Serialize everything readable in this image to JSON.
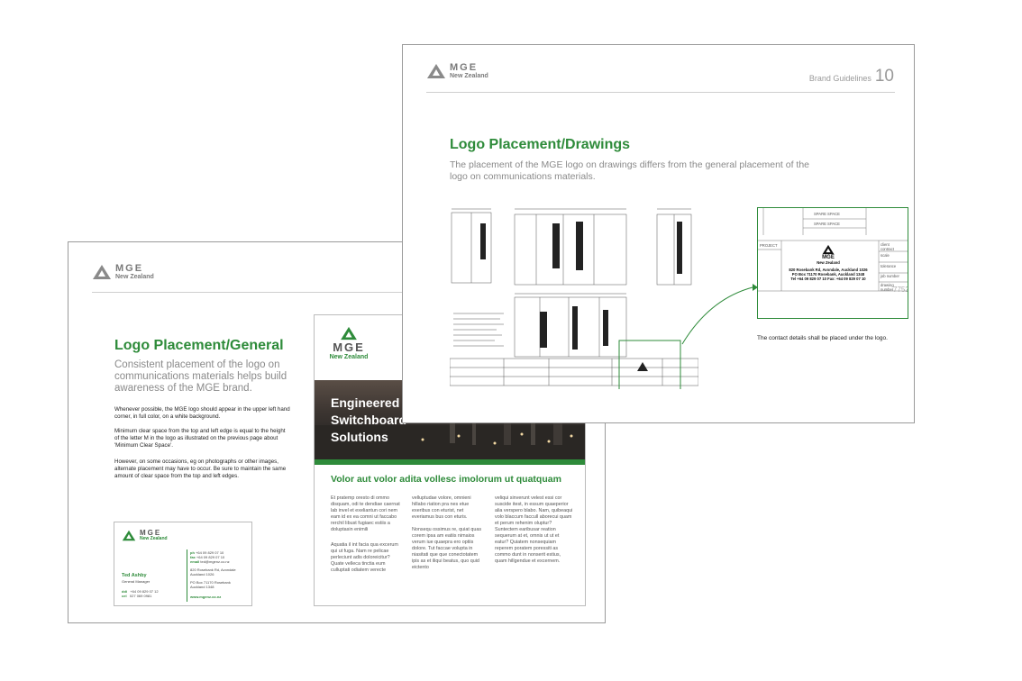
{
  "colors": {
    "brand_green": "#2e8b3a",
    "grey_text": "#8a8a8a",
    "border": "#9a9a9a"
  },
  "logo": {
    "brand": "MGE",
    "sub": "New Zealand",
    "icon": "mge-triangle-logo-icon"
  },
  "page_general": {
    "title": "Logo Placement/General",
    "lead": "Consistent placement of the logo on communications materials helps build awareness of the MGE brand.",
    "para1": "Whenever possible, the MGE logo should appear in the upper left hand corner, in full color, on a white background.",
    "para2": "Minimum clear space from the top and left edge is equal to the height of the letter M in the logo as illustrated on the previous page about 'Minimum Clear Space'.",
    "para3": "However, on some occasions, eg on photographs or other images, alternate placement may have to occur. Be sure to maintain the same amount of clear space from the top and left edges."
  },
  "business_card": {
    "name": "Ted Ashby",
    "role": "General Manager",
    "ddi_label": "ddi",
    "ddi": "+64 09 829 07 12",
    "cel_label": "cel",
    "cel": "027 069 0981",
    "ph_label": "ph",
    "ph": "+64 09 829 07 10",
    "fax_label": "fax",
    "fax": "+64 09 829 07 10",
    "email_label": "email",
    "email": "ted@mgenz.co.nz",
    "addr1": "820 Rosebank Rd, Avondale",
    "addr2": "Auckland 1026",
    "po1": "PO Box 71170 Rosebank",
    "po2": "Auckland 1348",
    "web": "www.mgenz.co.nz"
  },
  "brochure": {
    "hero_title_1": "Engineered",
    "hero_title_2": "Switchboard",
    "hero_title_3": "Solutions",
    "subtitle": "Volor aut volor adita vollesc imolorum ut quatquam",
    "col1a": "Et pratemp oresto di ommo disquam, odi te dendiae caernat lab invel et exeliantun cori nem eam id ex ea comni ut faccabo rerchil libust fugiaec estiis a doluptasin enimili",
    "col1b": "Aquatia il int facia qua excerum qui ut fuga. Nam re pelicae perleciunt adis doloreicitur? Quate velleca tinctia eum culluptati odiatem verecte",
    "col2a": "velluptudae volore, omnieni hillabo riation pra nes etue exeribus con eturist, net everiamus bus con eturis.",
    "col2b": "Nonsequ ossimus re, quiat quas corem ipsa am eatiis nimaios verum iue quaepra ero optiis dolore. Tut faccae volupta in niasitati que que conectotatem ipis as et iliqui beatus, quo quid eictento",
    "col3a": "veliqui sinverunt velest essi cor suscide itest, in essum quaeperior alia verspero blabo. Nam, quibeaqui volo blaccum faccull aborecui quam et perum rehenim oluptur?Suntectem earibusar reation sequerum at et, omnis ut ut et eatur? Quiatem nonsequiam reperem poratem poressiti as commo dunt in nonserit estius, quam hillgendue et excernem."
  },
  "page_drawings": {
    "header_label": "Brand Guidelines",
    "page_number": "10",
    "title": "Logo Placement/Drawings",
    "lead": "The placement of the MGE logo on drawings differs from the general placement of the logo on communications materials.",
    "caption": "The contact details shall be placed under the logo.",
    "zoom": {
      "project_label": "PROJECT",
      "spare1": "SPARE SPACE",
      "spare2": "SPARE SPACE",
      "client": "client",
      "contract": "contract",
      "scale": "scale",
      "tolerance": "tolerance",
      "job_number": "job number",
      "drawing_number": "drawing number",
      "drawing_number_value": "7752",
      "addr": "820 Rosebank Rd, Avondale, Auckland 1026",
      "po": "PO Box 71170 Rosebank, Auckland 1348",
      "tel": "Tel +64 09 829 07 10    Fax: +64 09 829 07 10"
    }
  }
}
